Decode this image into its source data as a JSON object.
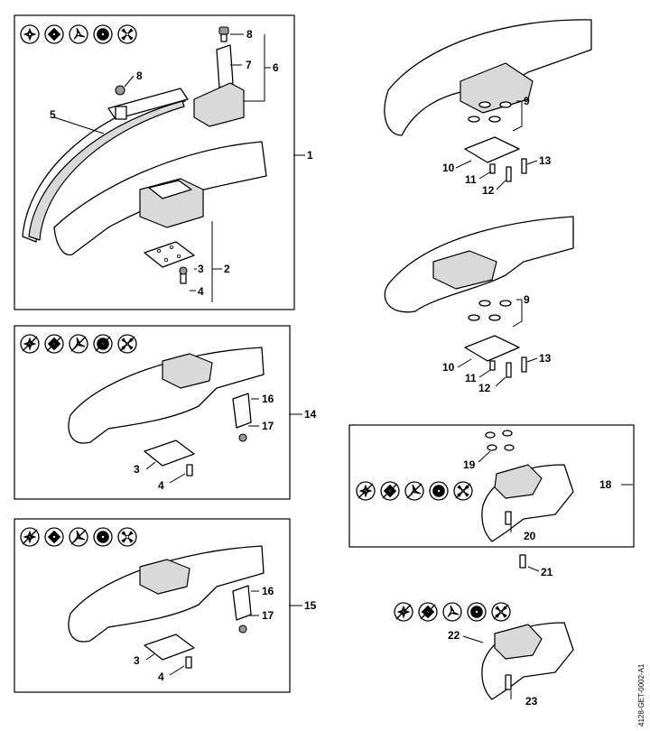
{
  "drawing_code": "4128-GET-0002-A1",
  "groups": [
    {
      "id": "g1",
      "icons": [
        "star-disc-icon",
        "square-blade-icon",
        "three-blade-icon",
        "grass-disc-icon",
        "four-blade-icon"
      ],
      "strikes": [
        false,
        false,
        false,
        false,
        false
      ]
    },
    {
      "id": "g14",
      "icons": [
        "star-disc-icon",
        "square-blade-icon",
        "three-blade-icon",
        "grass-disc-icon",
        "four-blade-icon"
      ],
      "strikes": [
        true,
        true,
        true,
        true,
        true
      ]
    },
    {
      "id": "g15",
      "icons": [
        "star-disc-icon",
        "square-blade-icon",
        "three-blade-icon",
        "grass-disc-icon",
        "four-blade-icon"
      ],
      "strikes": [
        true,
        false,
        true,
        false,
        false
      ]
    },
    {
      "id": "g18",
      "icons": [
        "star-disc-icon",
        "square-blade-icon",
        "three-blade-icon",
        "grass-disc-icon",
        "four-blade-icon"
      ],
      "strikes": [
        true,
        true,
        true,
        false,
        true
      ]
    },
    {
      "id": "g22",
      "icons": [
        "star-disc-icon",
        "square-blade-icon",
        "three-blade-icon",
        "grass-disc-icon",
        "four-blade-icon"
      ],
      "strikes": [
        true,
        true,
        false,
        false,
        true
      ]
    }
  ],
  "labels": {
    "l1": "1",
    "l2": "2",
    "l3a": "3",
    "l4a": "4",
    "l5": "5",
    "l6": "6",
    "l7": "7",
    "l8a": "8",
    "l8b": "8",
    "l9a": "9",
    "l10a": "10",
    "l11a": "11",
    "l12a": "12",
    "l13a": "13",
    "l9b": "9",
    "l10b": "10",
    "l11b": "11",
    "l12b": "12",
    "l13b": "13",
    "l14": "14",
    "l16a": "16",
    "l17a": "17",
    "l3b": "3",
    "l4b": "4",
    "l15": "15",
    "l16b": "16",
    "l17b": "17",
    "l3c": "3",
    "l4c": "4",
    "l18": "18",
    "l19": "19",
    "l20": "20",
    "l21": "21",
    "l22": "22",
    "l23": "23"
  }
}
